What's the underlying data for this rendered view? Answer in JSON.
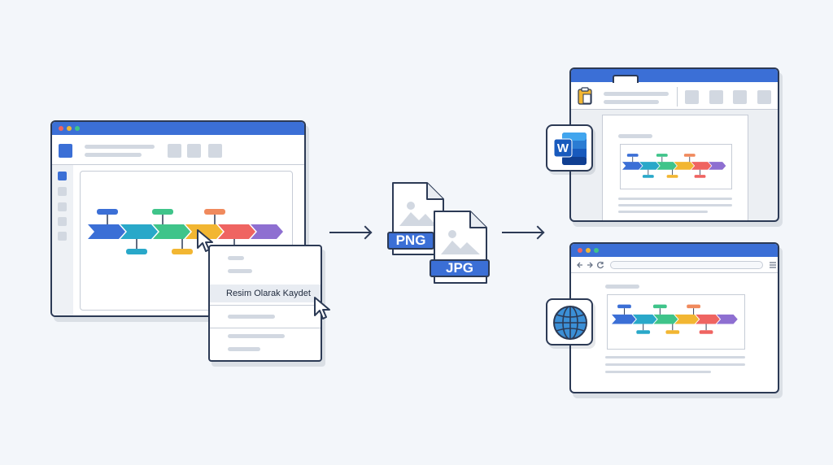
{
  "context_menu": {
    "selected_item": "Resim Olarak Kaydet"
  },
  "formats": {
    "png": "PNG",
    "jpg": "JPG"
  },
  "word_icon": {
    "letter": "W"
  },
  "colors": {
    "accent": "#3b6fd6",
    "outline": "#2c3a55",
    "timeline": [
      "#3b6fd6",
      "#29a8c9",
      "#3fc48a",
      "#f2b632",
      "#ef6461",
      "#8e6fd1"
    ]
  },
  "icons": [
    "cursor-icon",
    "image-file-icon",
    "word-icon",
    "globe-icon",
    "clipboard-icon",
    "back-icon",
    "forward-icon",
    "reload-icon",
    "hamburger-icon"
  ]
}
